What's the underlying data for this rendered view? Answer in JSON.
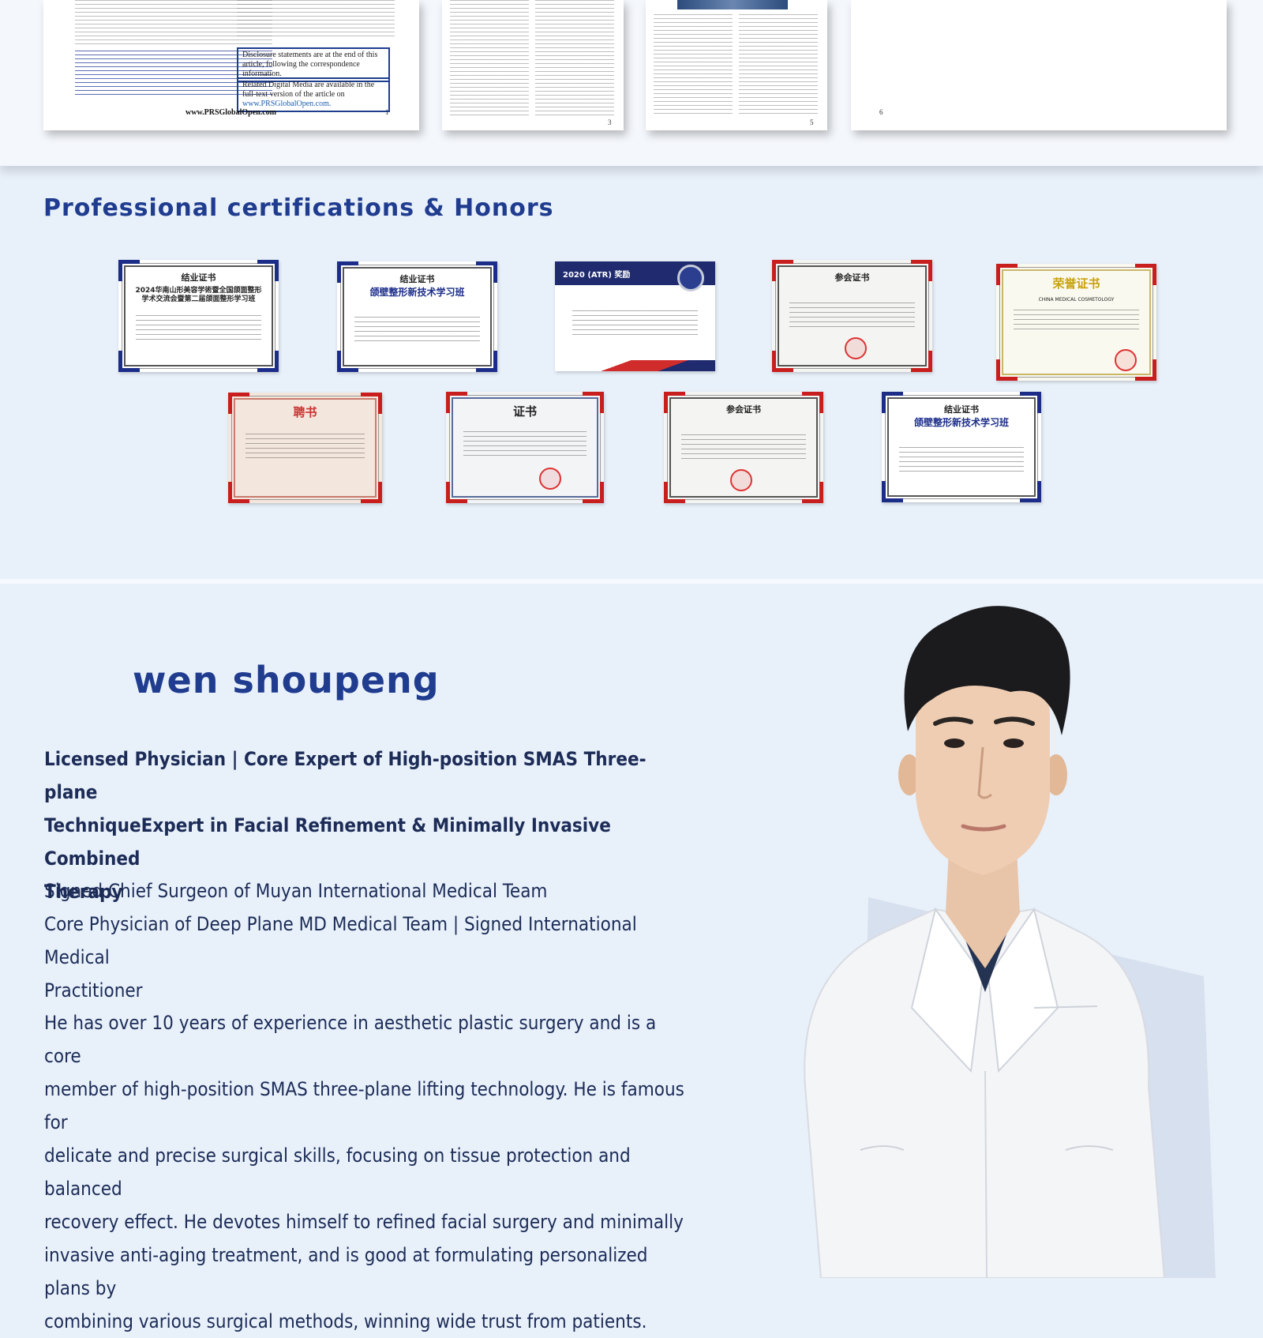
{
  "papers": {
    "page1": {
      "footer_url": "www.PRSGlobalOpen.com",
      "page_number": "1",
      "disclosure_box": "Disclosure statements are at the end of this article, following the correspondence information.",
      "digital_media_text": "Related Digital Media are available in the full-text version of the article on",
      "digital_media_link": "www.PRSGlobalOpen.com."
    },
    "page3_number": "3",
    "page5_number": "5",
    "page6_number": "6"
  },
  "certifications": {
    "title": "Professional certifications & Honors",
    "row1": [
      {
        "head": "结业证书",
        "sub": "2024华南山形美容学術暨全国颌面整形学术交流会暨第二届颌面整形学习班",
        "corner_color": "#1b2d88"
      },
      {
        "head": "结业证书",
        "sub": "颌壁整形新技术学习班",
        "corner_color": "#1b2d88"
      },
      {
        "head": "2020 (ATR) 奖励",
        "sub": "",
        "corner_color": "#c81e1e"
      },
      {
        "head": "参会证书",
        "sub": "",
        "corner_color": "#c81e1e"
      },
      {
        "head": "荣誉证书",
        "sub": "CHINA MEDICAL COSMETOLOGY",
        "corner_color": "#c81e1e"
      }
    ],
    "row2": [
      {
        "head": "聘书",
        "sub": "",
        "corner_color": "#c81e1e"
      },
      {
        "head": "证书",
        "sub": "",
        "corner_color": "#c81e1e"
      },
      {
        "head": "参会证书",
        "sub": "",
        "corner_color": "#c81e1e"
      },
      {
        "head": "结业证书",
        "sub": "颌壁整形新技术学习班",
        "corner_color": "#1b2d88"
      }
    ]
  },
  "profile": {
    "name": "wen shoupeng",
    "tagline": [
      "Licensed Physician | Core Expert of High-position SMAS Three-plane",
      "TechniqueExpert in Facial Refinement & Minimally Invasive Combined",
      "Therapy"
    ],
    "roles": [
      "Signed Chief Surgeon of Muyan International Medical Team",
      "Core Physician of Deep Plane MD Medical Team | Signed International Medical",
      "Practitioner"
    ],
    "bio": [
      "He has over 10 years of experience in aesthetic plastic surgery and is a core",
      "member of high-position SMAS three-plane lifting technology. He is famous for",
      "delicate and precise surgical skills, focusing on tissue protection and balanced",
      "recovery effect. He devotes himself to refined facial surgery and minimally",
      "invasive anti-aging treatment, and is good at formulating personalized plans by",
      "combining various surgical methods, winning wide trust from patients."
    ]
  },
  "colors": {
    "brand_blue": "#1f3c8f",
    "text_navy": "#1c2c57",
    "background": "#e8f0fa"
  }
}
